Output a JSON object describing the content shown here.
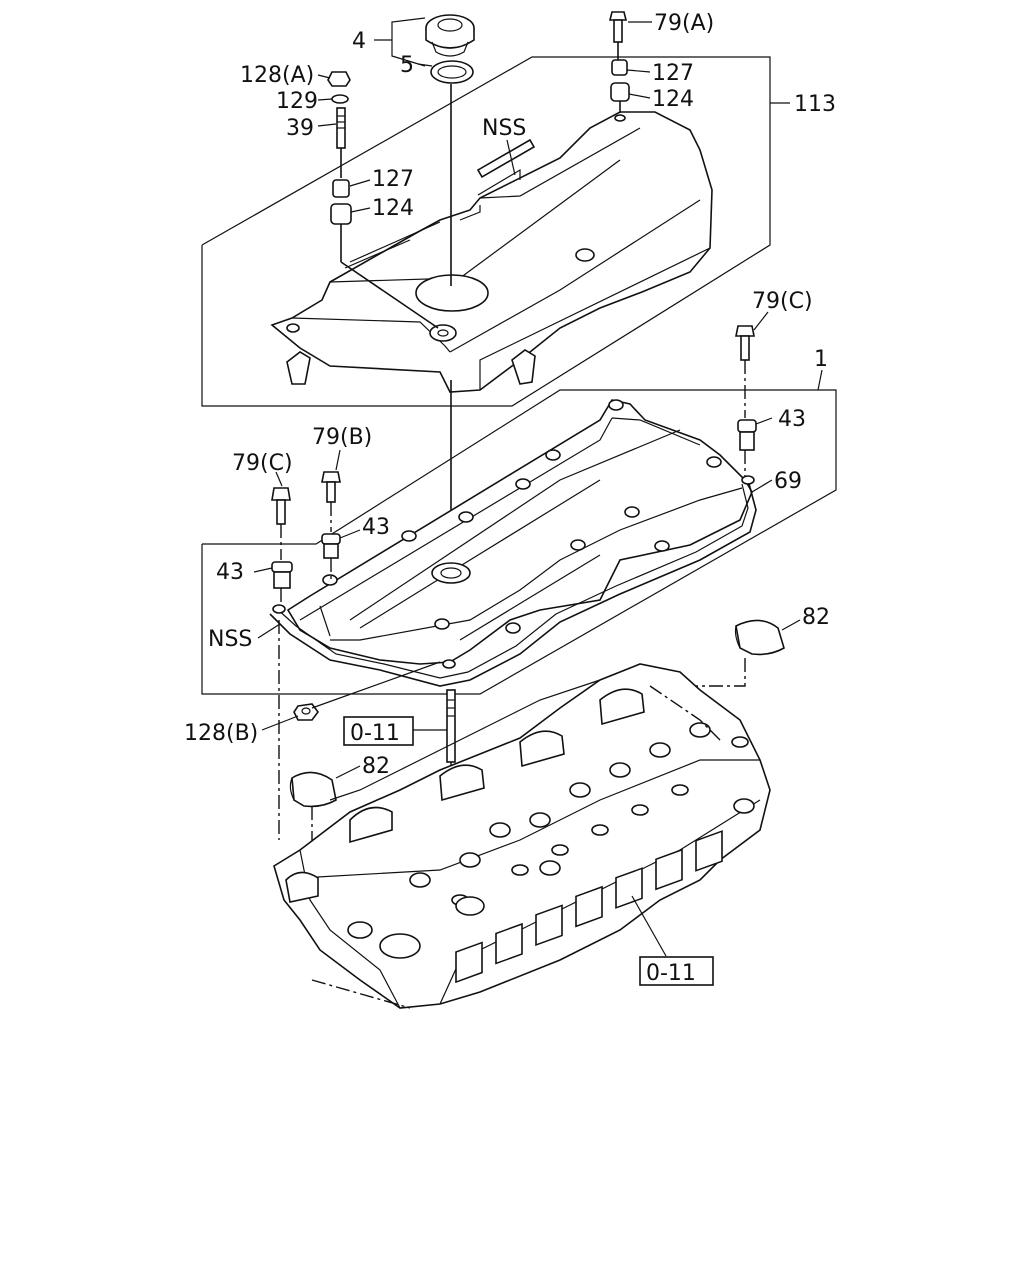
{
  "labels": {
    "cap": "4",
    "cap_gasket": "5",
    "nut_a": "128(A)",
    "washer": "129",
    "stud": "39",
    "grommet_left_top": "127",
    "grommet_left_bottom": "124",
    "bolt_a": "79(A)",
    "grommet_right_top": "127",
    "grommet_right_bottom": "124",
    "cover_assembly": "113",
    "nss_top": "NSS",
    "bolt_c_right": "79(C)",
    "head_cover_assembly": "1",
    "spacer_right": "43",
    "gasket": "69",
    "bolt_b": "79(B)",
    "bolt_c_left": "79(C)",
    "spacer_middle": "43",
    "spacer_left": "43",
    "nss_bottom": "NSS",
    "plug_right": "82",
    "nut_b": "128(B)",
    "ref_box_upper": "0-11",
    "plug_left": "82",
    "ref_box_lower": "0-11"
  }
}
